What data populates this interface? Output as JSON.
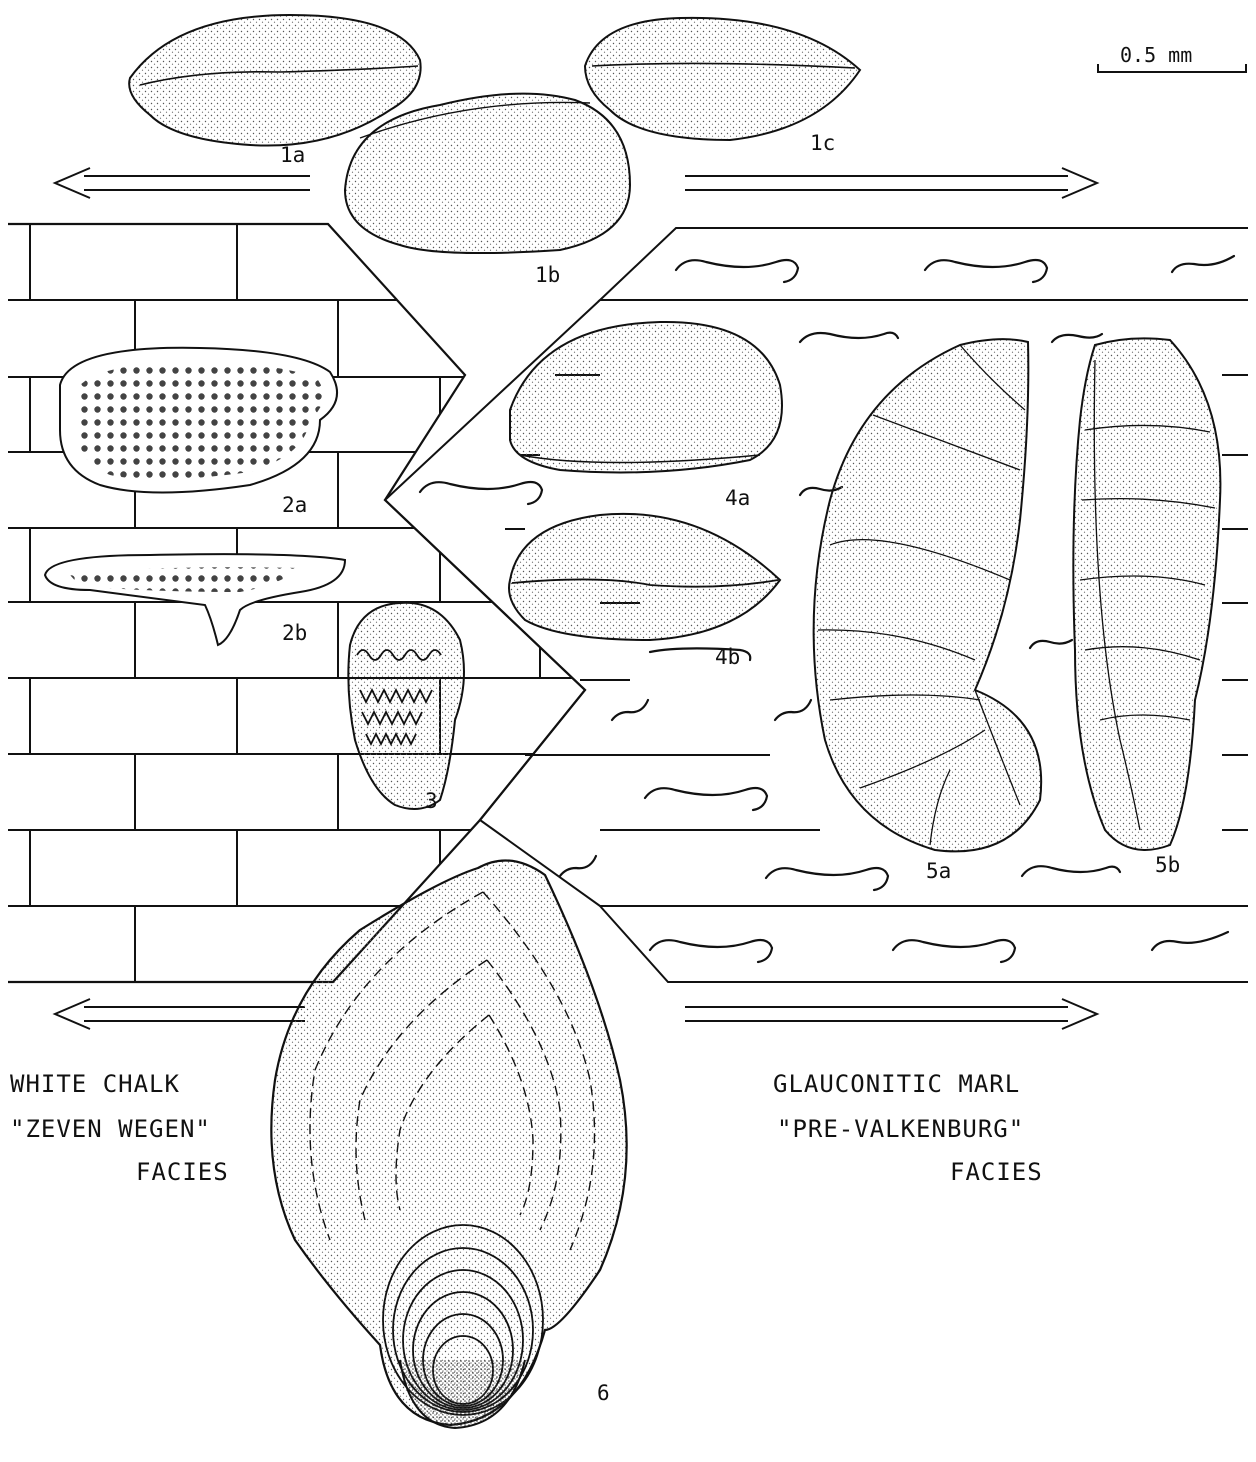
{
  "scale_bar": {
    "label": "0.5 mm"
  },
  "facies": {
    "left": {
      "line1": "WHITE CHALK",
      "line2": "\"ZEVEN WEGEN\"",
      "line3": "FACIES"
    },
    "right": {
      "line1": "GLAUCONITIC MARL",
      "line2": "\"PRE-VALKENBURG\"",
      "line3": "FACIES"
    }
  },
  "specimen_labels": {
    "s1a": "1a",
    "s1b": "1b",
    "s1c": "1c",
    "s2a": "2a",
    "s2b": "2b",
    "s3": "3",
    "s4a": "4a",
    "s4b": "4b",
    "s5a": "5a",
    "s5b": "5b",
    "s6": "6"
  },
  "colors": {
    "ink": "#111111",
    "paper": "#ffffff",
    "stipple": "#555555"
  }
}
